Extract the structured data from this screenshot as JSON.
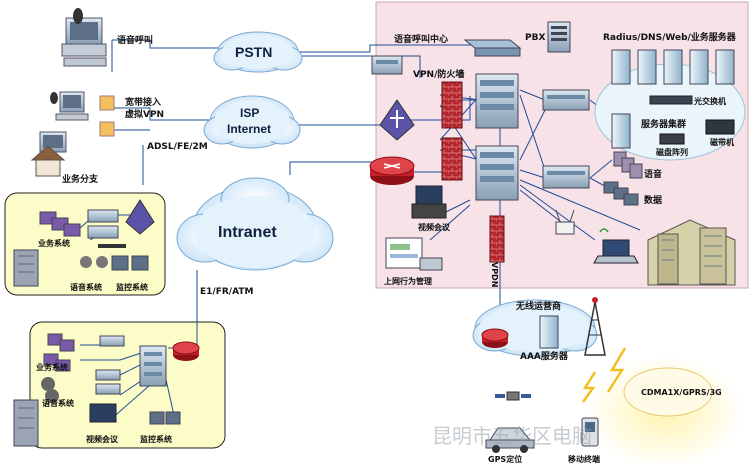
{
  "labels": {
    "voice_call": "语音呼叫",
    "broadband": "宽带接入",
    "vpn": "虚拟VPN",
    "branch": "业务分支",
    "adsl": "ADSL/FE/2M",
    "e1": "E1/FR/ATM",
    "pstn": "PSTN",
    "isp1": "ISP",
    "isp2": "Internet",
    "intranet": "Intranet",
    "call_center": "语音呼叫中心",
    "pbx": "PBX",
    "servers": "Radius/DNS/Web/业务服务器",
    "fw": "VPN/防火墙",
    "optical": "光交换机",
    "cluster": "服务器集群",
    "tape": "磁带机",
    "disk": "磁盘阵列",
    "voice": "语音",
    "data": "数据",
    "video_conf": "视频会议",
    "behavior": "上网行为管理",
    "vpdn": "VPDN",
    "biz_sys1": "业务系统",
    "voice_sys1": "语音系统",
    "monitor_sys1": "监控系统",
    "biz_sys2": "业务系统",
    "voice_sys2": "语音系统",
    "video_conf2": "视频会议",
    "monitor_sys2": "监控系统",
    "wireless": "无线运营商",
    "aaa": "AAA服务器",
    "cdma": "CDMA1X/GPRS/3G",
    "gps": "GPS定位",
    "mobile": "移动终端",
    "watermark": "昆明市五华区电脑"
  },
  "colors": {
    "hq_bg": "#f7e2e7",
    "branch_bg": "#fcfcc8",
    "cloud": "#d7ecfb",
    "line": "#1f4c9a",
    "firewall": "#b3262e",
    "router": "#c41f2a"
  }
}
